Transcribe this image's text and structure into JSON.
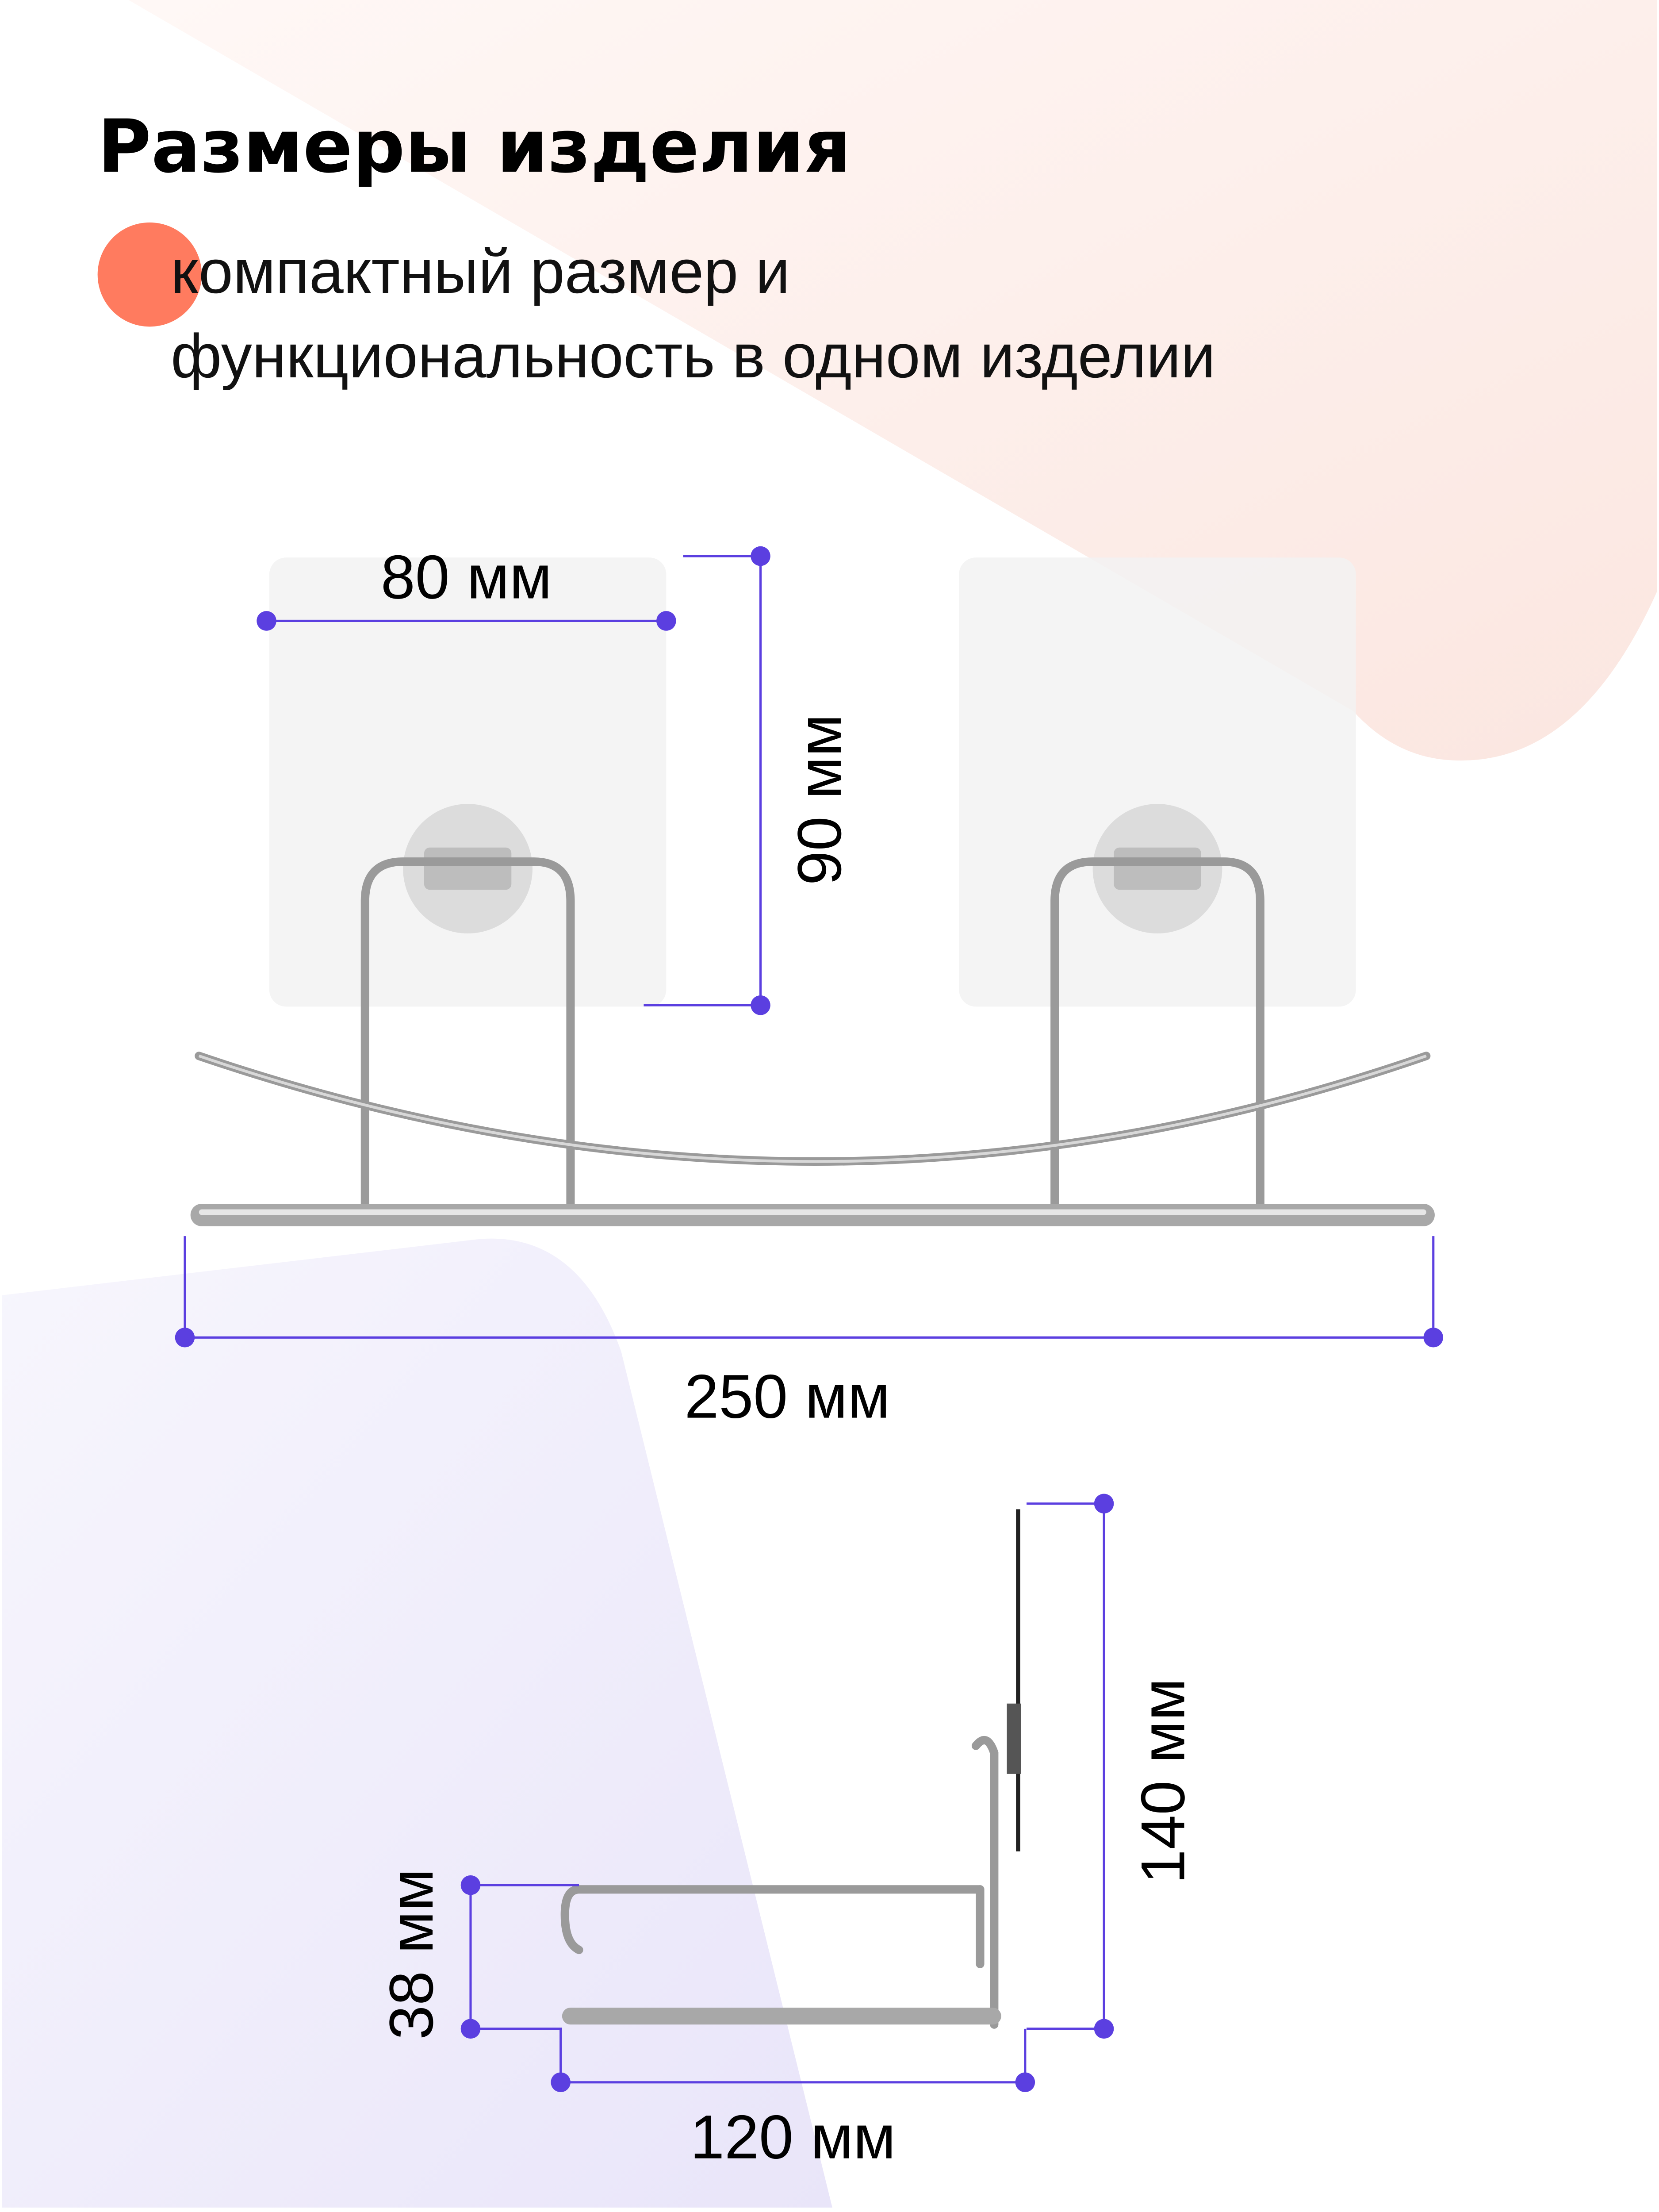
{
  "header": {
    "title": "Размеры изделия",
    "subtitle_line1": "компактный размер и",
    "subtitle_line2": "функциональность в одном изделии"
  },
  "front_view": {
    "pad_width": "80 мм",
    "pad_height": "90 мм",
    "total_width": "250 мм"
  },
  "side_view": {
    "shelf_height": "38 мм",
    "total_height": "140 мм",
    "depth": "120 мм"
  },
  "colors": {
    "accent_circle": "#FF7B5F",
    "dimension_lines": "#5B3FE0",
    "pink_background": "#FDEDE8",
    "lavender_background": "#EEEBFA"
  }
}
